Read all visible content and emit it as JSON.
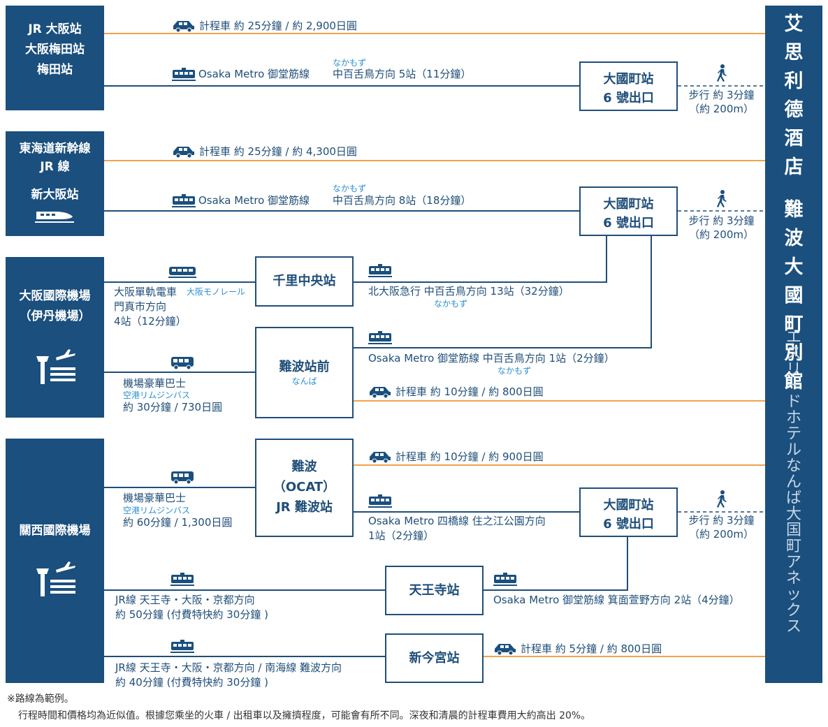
{
  "colors": {
    "navy": "#1a4f7e",
    "orange": "#f0a34a",
    "light_blue": "#2b8fd1"
  },
  "hotel": {
    "name_chars": [
      "艾",
      "思",
      "利",
      "德",
      "酒",
      "店",
      "",
      "難",
      "波",
      "大",
      "國",
      "町",
      "別",
      "館"
    ],
    "sub_chars": [
      "エ",
      "ス",
      "リ",
      "ー",
      "ド",
      "ホ",
      "テ",
      "ル",
      "な",
      "ん",
      "ば",
      "大",
      "国",
      "町",
      "ア",
      "ネ",
      "ッ",
      "ク",
      "ス"
    ]
  },
  "origins": {
    "osaka": [
      "JR 大阪站",
      "大阪梅田站",
      "梅田站"
    ],
    "shin_osaka": [
      "東海道新幹線",
      "JR 線",
      "新大阪站"
    ],
    "itami": [
      "大阪國際機場",
      "（伊丹機場）"
    ],
    "kansai": "關西國際機場"
  },
  "routes": {
    "r1_taxi": "計程車 約 25分鐘 / 約 2,900日圓",
    "r1_metro": "Osaka Metro 御堂筋線",
    "r1_ruby": "なかもず",
    "r1_dir": "中百舌鳥方向  5站（11分鐘）",
    "r2_taxi": "計程車 約 25分鐘 / 約 4,300日圓",
    "r2_metro": "Osaka Metro 御堂筋線",
    "r2_ruby": "なかもず",
    "r2_dir": "中百舌鳥方向 8站（18分鐘）",
    "mono_1": "大阪單軌電車",
    "mono_ruby": "大阪モノレール",
    "mono_2": "門真市方向",
    "mono_3": "4站（12分鐘）",
    "kita_1": "北大阪急行  中百舌鳥方向 13站（32分鐘）",
    "kita_ruby": "なかもず",
    "bus_itami_1": "機場豪華巴士",
    "bus_itami_ruby": "空港リムジンバス",
    "bus_itami_2": "約 30分鐘 / 730日圓",
    "namba_metro": "Osaka Metro 御堂筋線  中百舌鳥方向 1站（2分鐘）",
    "namba_ruby": "なかもず",
    "namba_taxi": "計程車 約 10分鐘 / 約 800日圓",
    "ocat_taxi": "計程車 約 10分鐘 / 約 900日圓",
    "bus_kansai_1": "機場豪華巴士",
    "bus_kansai_ruby": "空港リムジンバス",
    "bus_kansai_2": "約 60分鐘 / 1,300日圓",
    "yotsu_1": "Osaka Metro 四橋線  住之江公園方向",
    "yotsu_2": "1站（2分鐘）",
    "jr_ten_1": "JR線  天王寺・大阪・京都方向",
    "jr_ten_2": "約 50分鐘 (付費特快約 30分鐘 )",
    "mido_ten": "Osaka Metro 御堂筋線  箕面萱野方向 2站（4分鐘）",
    "jr_nan_1": "JR線  天王寺・大阪・京都方向 / 南海線  難波方向",
    "jr_nan_2": "約 40分鐘 (付費特快約 30分鐘 )",
    "imamiya_taxi": "計程車 約 5分鐘 / 約 800日圓"
  },
  "stations": {
    "daikoku": [
      "大國町站",
      "6 號出口"
    ],
    "senri": "千里中央站",
    "namba_mae": "難波站前",
    "namba_mae_ruby": "なんば",
    "ocat": [
      "難波",
      "（OCAT）",
      "JR 難波站"
    ],
    "tennoji": "天王寺站",
    "imamiya": "新今宮站"
  },
  "walk": [
    "步行 約 3分鐘",
    "（約 200m）"
  ],
  "notes": {
    "n1": "※路線為範例。",
    "n2": "行程時間和價格均為近似值。根據您乘坐的火車 / 出租車以及擁擠程度，可能會有所不同。深夜和清晨的計程車費用大約高出 20%。"
  },
  "icons": [
    "taxi-icon",
    "train-icon",
    "bus-icon",
    "walking-person-icon",
    "shinkansen-icon",
    "airport-icon"
  ]
}
